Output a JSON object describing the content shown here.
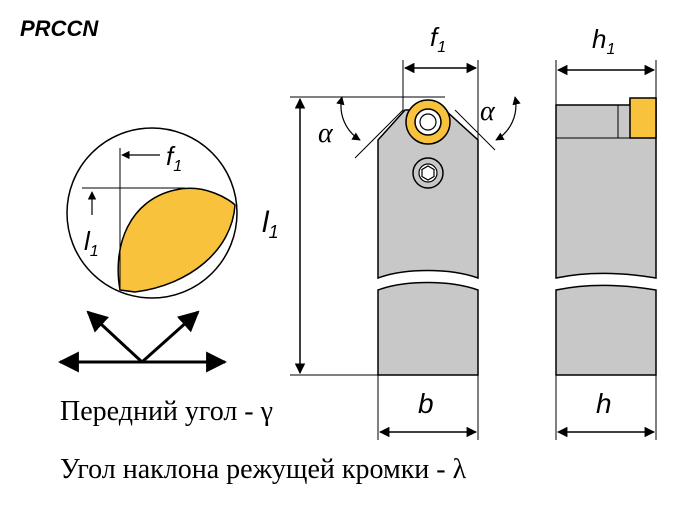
{
  "code": "PRCCN",
  "labels": {
    "f1_top": "f",
    "f1_top_sub": "1",
    "h1_top": "h",
    "h1_top_sub": "1",
    "l1_side": "l",
    "l1_side_sub": "1",
    "b_bottom": "b",
    "h_bottom": "h",
    "alpha_left": "α",
    "alpha_right": "α",
    "detail_f1": "f",
    "detail_f1_sub": "1",
    "detail_l1": "l",
    "detail_l1_sub": "1"
  },
  "legend": {
    "rake_angle": "Передний угол - γ",
    "inclination_angle": "Угол наклона режущей кромки - λ"
  },
  "colors": {
    "insert": "#F9C23C",
    "body": "#C8C8C8",
    "outline": "#000000"
  }
}
